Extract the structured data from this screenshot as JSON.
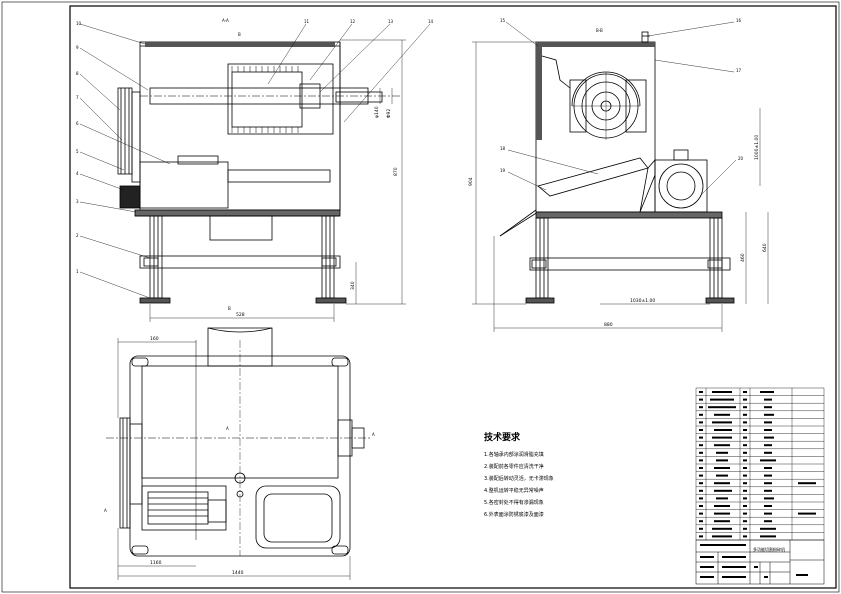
{
  "section_marks": {
    "aa_top": "A-A",
    "bb_top": "B-B",
    "a_bottom": "A",
    "b_bottom": "B",
    "a_left": "A",
    "b_plan": "B",
    "a_plan_right": "A"
  },
  "dimensions": {
    "width_front": "528",
    "height_front": "870",
    "side_total": "880",
    "side_motor_center": "1030±1.00",
    "side_height": "904",
    "side_height2": "640",
    "side_height3": "460",
    "side_right": "1000±1.00",
    "plan_top": "160",
    "plan_bottom1": "1160",
    "plan_bottom2": "1440",
    "front_shaft": "φ140",
    "front_right": "Φ92",
    "front_small": "340"
  },
  "callouts_front": [
    "10",
    "9",
    "8",
    "7",
    "6",
    "5",
    "4",
    "3",
    "2",
    "1",
    "11",
    "12",
    "13",
    "14"
  ],
  "callouts_side": [
    "15",
    "16",
    "17",
    "18",
    "19",
    "20"
  ],
  "tech_requirements": {
    "title": "技术要求",
    "items": [
      "1.各轴承内部涂润滑脂充填",
      "2.装配前各零件应清洗干净",
      "3.装配后转动灵活，无卡滞现象",
      "4.整机运转平稳无异常噪声",
      "5.各密封处不得有渗漏现象",
      "6.外表面涂防锈底漆及面漆"
    ]
  },
  "title_block": {
    "drawing_title": "多功能切割粉碎机"
  }
}
